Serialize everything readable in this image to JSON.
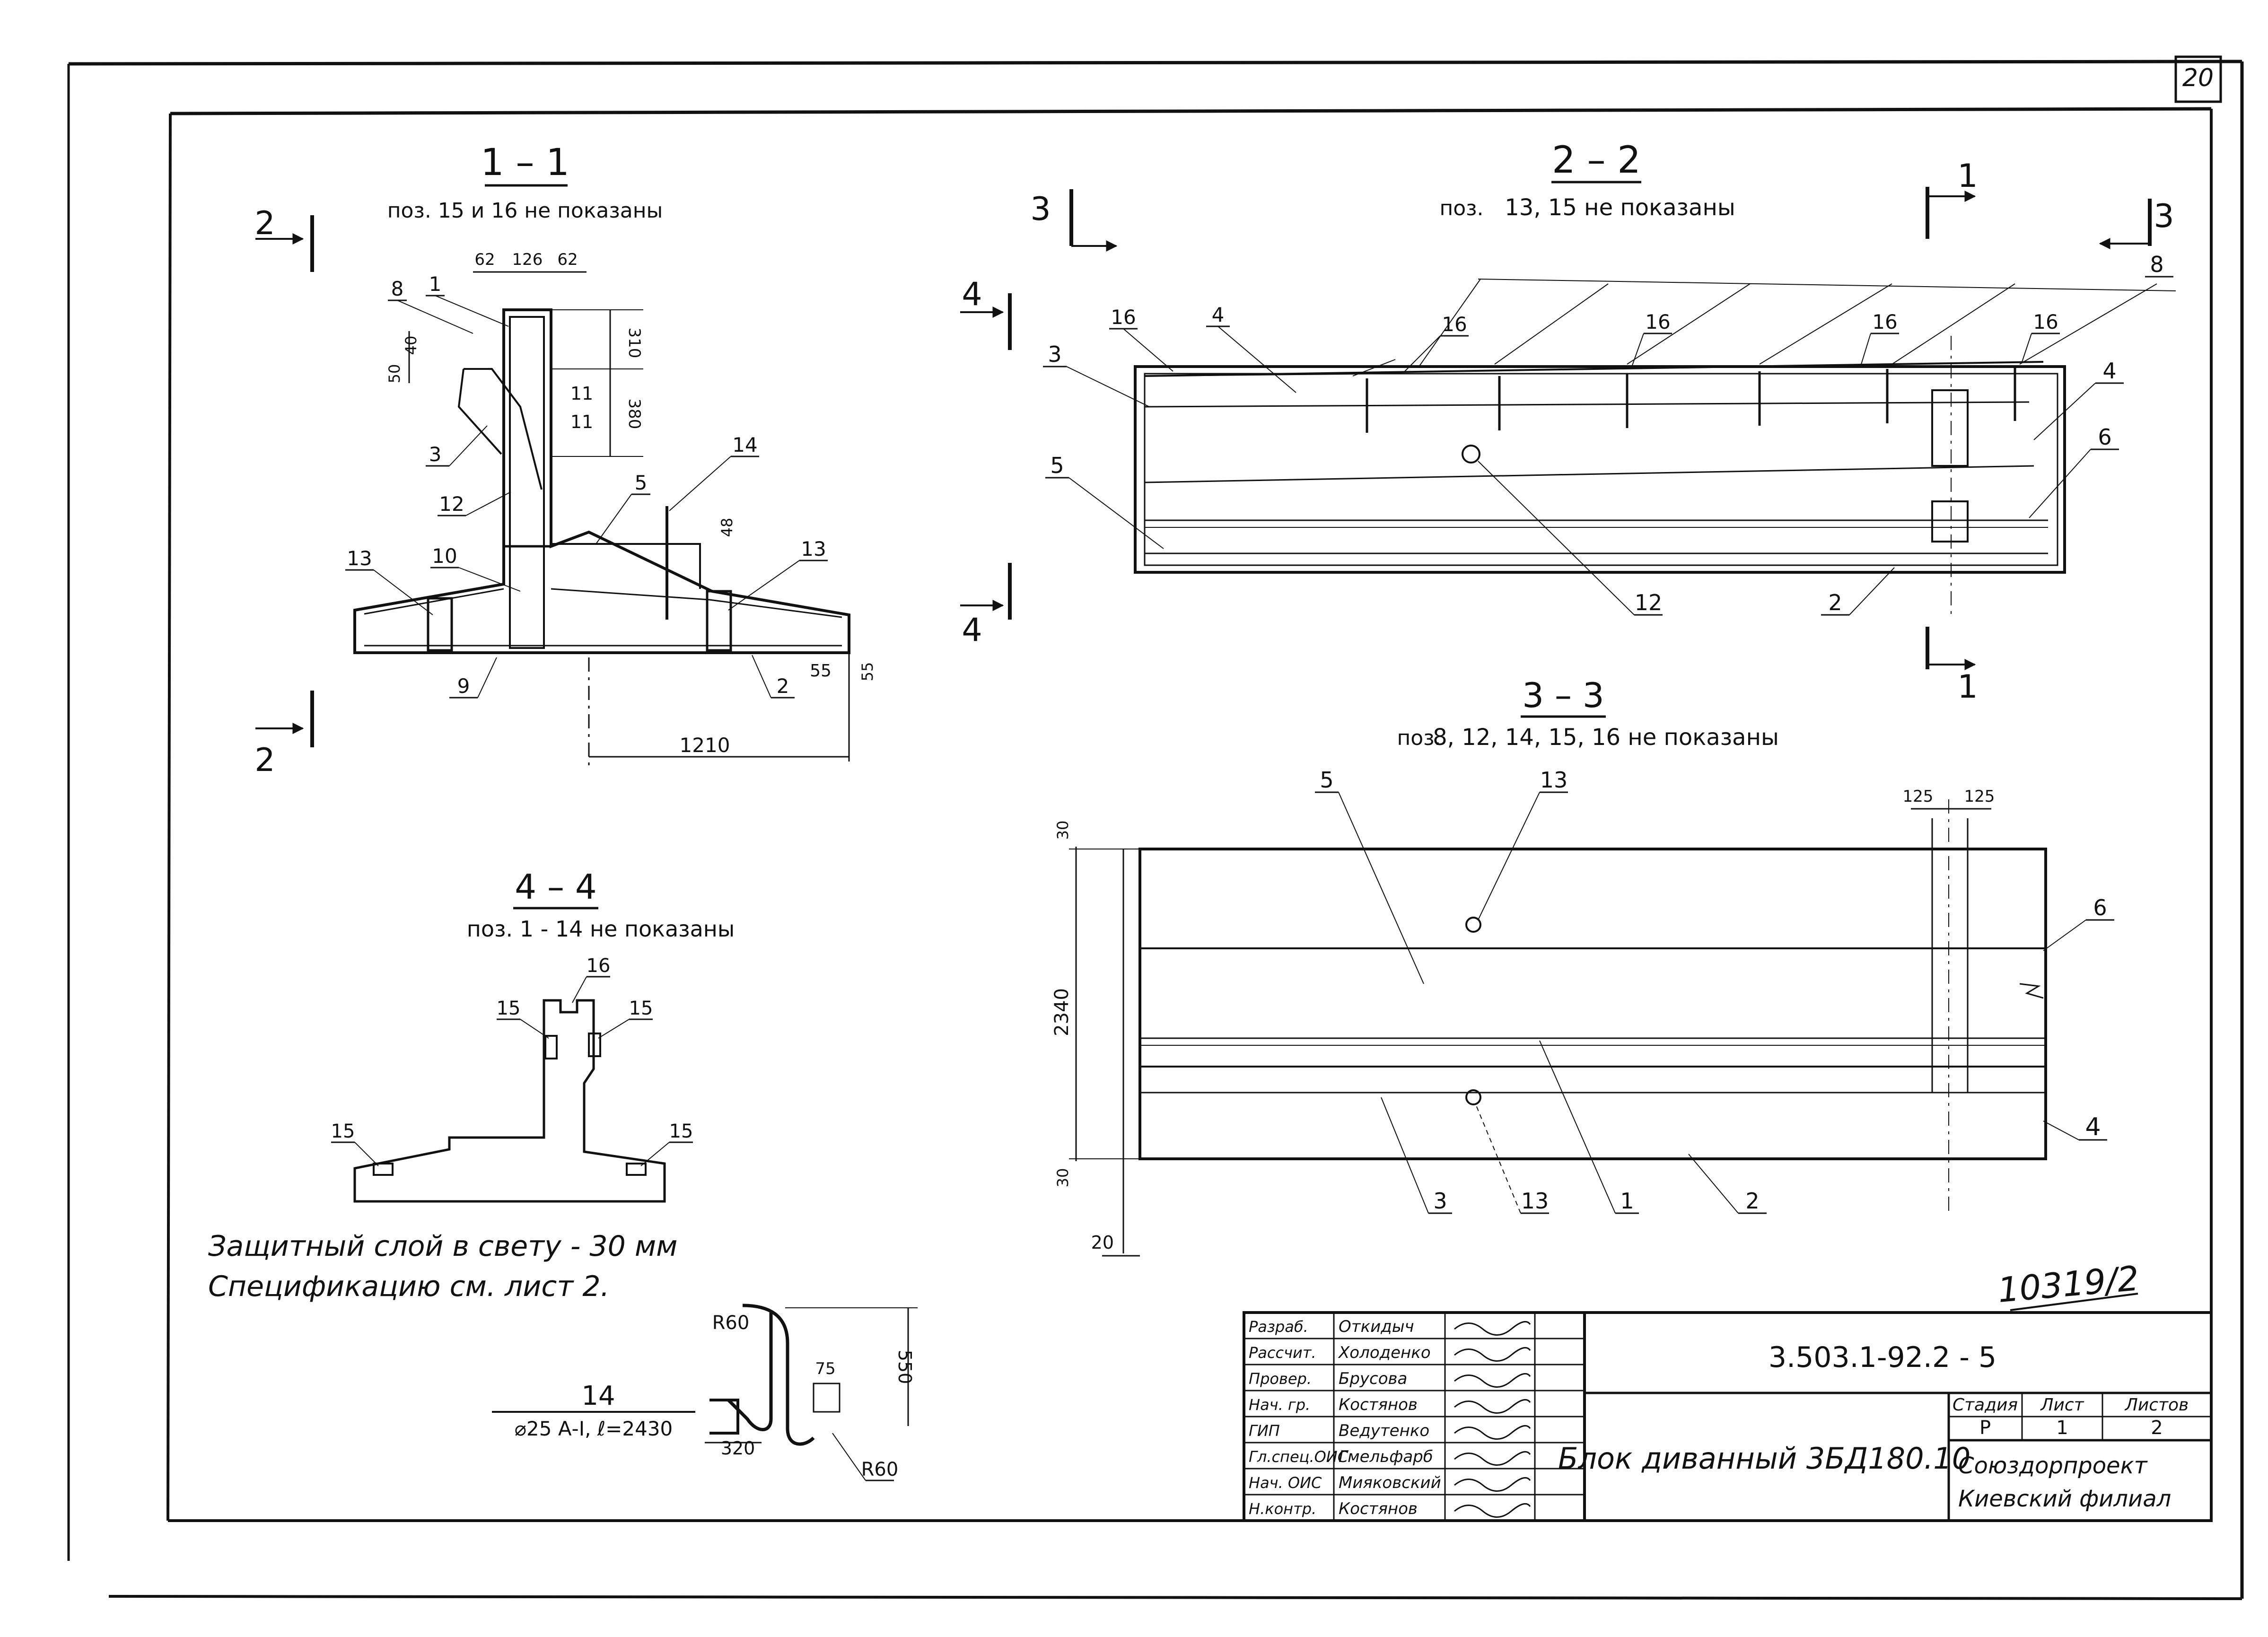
{
  "sheet": {
    "page_number": "20",
    "archive_number": "10319/2",
    "ink_color": "#111111",
    "paper_color": "#ffffff"
  },
  "section_1_1": {
    "title": "1 – 1",
    "note": "поз. 15 и 16 не показаны",
    "cut_label": "2",
    "dims": [
      "62",
      "126",
      "62",
      "310",
      "380",
      "40",
      "50",
      "48",
      "55",
      "55",
      "1210"
    ],
    "positions": [
      "8",
      "1",
      "3",
      "12",
      "13",
      "10",
      "5",
      "14",
      "13",
      "11",
      "11",
      "9",
      "2"
    ]
  },
  "section_2_2": {
    "title": "2 – 2",
    "note_prefix": "поз.",
    "note": "13, 15 не показаны",
    "cut_labels": [
      "3",
      "1",
      "3",
      "4",
      "4",
      "1"
    ],
    "positions": [
      "8",
      "16",
      "4",
      "16",
      "16",
      "16",
      "16",
      "3",
      "4",
      "5",
      "6",
      "12",
      "2"
    ]
  },
  "section_3_3": {
    "title": "3 – 3",
    "note_prefix": "поз.",
    "note": "8, 12, 14, 15, 16 не показаны",
    "dims": [
      "125",
      "125",
      "30",
      "2340",
      "30",
      "20"
    ],
    "positions": [
      "5",
      "13",
      "6",
      "4",
      "3",
      "13",
      "1",
      "2"
    ]
  },
  "section_4_4": {
    "title": "4 – 4",
    "note": "поз. 1 - 14 не показаны",
    "positions": [
      "16",
      "15",
      "15",
      "15",
      "15"
    ]
  },
  "notes": {
    "line1": "Защитный слой в свету - 30 мм",
    "line2": "Спецификацию см. лист 2."
  },
  "bar_14": {
    "label": "14",
    "spec": "⌀25 А-I, ℓ=2430",
    "dims": [
      "R60",
      "550",
      "75",
      "320",
      "R60"
    ]
  },
  "title_block": {
    "doc_code": "3.503.1-92.2 - 5",
    "item_name": "Блок диванный 3БД180.10",
    "org_line1": "Союздорпроект",
    "org_line2": "Киевский филиал",
    "stage_header": "Стадия",
    "sheet_header": "Лист",
    "sheets_header": "Листов",
    "stage": "Р",
    "sheet": "1",
    "sheets": "2",
    "roles": [
      {
        "role": "Разраб.",
        "name": "Откидыч"
      },
      {
        "role": "Рассчит.",
        "name": "Холоденко"
      },
      {
        "role": "Провер.",
        "name": "Брусова"
      },
      {
        "role": "Нач. гр.",
        "name": "Костянов"
      },
      {
        "role": "ГИП",
        "name": "Ведутенко"
      },
      {
        "role": "Гл.спец.ОИС",
        "name": "Гмельфарб"
      },
      {
        "role": "Нач. ОИС",
        "name": "Мияковский"
      },
      {
        "role": "Н.контр.",
        "name": "Костянов"
      }
    ]
  }
}
